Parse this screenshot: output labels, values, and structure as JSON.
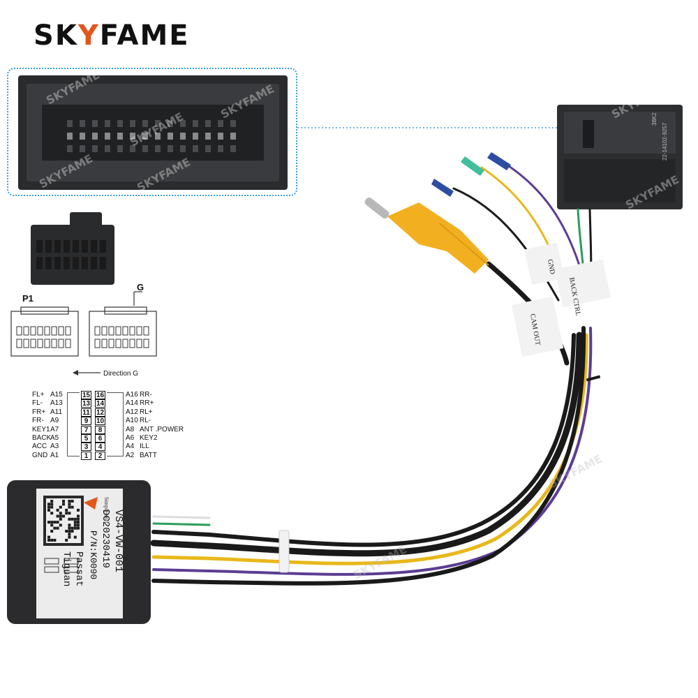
{
  "brand": {
    "logo_text": "SKYFAME",
    "accent_color": "#e1571b"
  },
  "watermark": "SKYFAME",
  "connector_diagram": {
    "p1_label": "P1",
    "g_label": "G",
    "direction_label": "Direction G"
  },
  "pinout": {
    "left": [
      {
        "name": "FL+",
        "code": "A15",
        "pin": "15"
      },
      {
        "name": "FL-",
        "code": "A13",
        "pin": "13"
      },
      {
        "name": "FR+",
        "code": "A11",
        "pin": "11"
      },
      {
        "name": "FR-",
        "code": "A9",
        "pin": "9"
      },
      {
        "name": "KEY1",
        "code": "A7",
        "pin": "7"
      },
      {
        "name": "BACK",
        "code": "A5",
        "pin": "5"
      },
      {
        "name": "ACC",
        "code": "A3",
        "pin": "3"
      },
      {
        "name": "GND",
        "code": "A1",
        "pin": "1"
      }
    ],
    "right": [
      {
        "pin": "16",
        "code": "A16",
        "name": "RR-"
      },
      {
        "pin": "14",
        "code": "A14",
        "name": "RR+"
      },
      {
        "pin": "12",
        "code": "A12",
        "name": "RL+"
      },
      {
        "pin": "10",
        "code": "A10",
        "name": "RL-"
      },
      {
        "pin": "8",
        "code": "A8",
        "name": "ANT .POWER"
      },
      {
        "pin": "6",
        "code": "A6",
        "name": "KEY2"
      },
      {
        "pin": "4",
        "code": "A4",
        "name": "ILL"
      },
      {
        "pin": "2",
        "code": "A2",
        "name": "BATT"
      }
    ]
  },
  "wire_tags": {
    "gnd": "GND",
    "back_ctrl": "BACK CTRL",
    "cam_out": "CAM OUT"
  },
  "socket_label": {
    "line1": "38K2",
    "line2": "22-14102-9257"
  },
  "module": {
    "brand": "Simple-soft",
    "model": "VS4-VW-001",
    "date": "DC20230419",
    "pn": "P/N:K0090",
    "car1": "Passat",
    "car2": "Tiguan"
  },
  "colors": {
    "rca_yellow": "#f2b021",
    "wire_yellow": "#e8b81a",
    "wire_purple": "#5b3d93",
    "wire_black": "#1a1a1a",
    "module_body": "#2b2b2e",
    "connector_body": "#2a2b2d",
    "cap_blue": "#2d4ea0",
    "cap_green": "#3fbf9c"
  }
}
